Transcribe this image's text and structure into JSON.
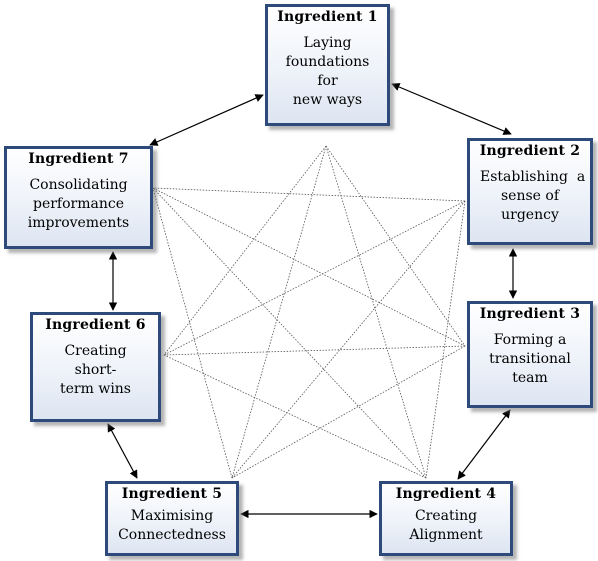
{
  "nodes": [
    {
      "id": "i1",
      "title": "Ingredient 1",
      "text": [
        "Laying",
        "foundations for",
        "new ways"
      ]
    },
    {
      "id": "i2",
      "title": "Ingredient 2",
      "text": [
        "Establishing  a",
        "sense of",
        "urgency"
      ]
    },
    {
      "id": "i3",
      "title": "Ingredient 3",
      "text": [
        "Forming a",
        "transitional",
        "team"
      ]
    },
    {
      "id": "i4",
      "title": "Ingredient 4",
      "text": [
        "Creating",
        "Alignment"
      ]
    },
    {
      "id": "i5",
      "title": "Ingredient 5",
      "text": [
        "Maximising",
        "Connectedness"
      ]
    },
    {
      "id": "i6",
      "title": "Ingredient 6",
      "text": [
        "Creating short-",
        "term wins"
      ]
    },
    {
      "id": "i7",
      "title": "Ingredient 7",
      "text": [
        "Consolidating",
        "performance",
        "improvements"
      ]
    }
  ],
  "edges": [
    [
      "i1",
      "i2"
    ],
    [
      "i2",
      "i3"
    ],
    [
      "i3",
      "i4"
    ],
    [
      "i4",
      "i5"
    ],
    [
      "i5",
      "i6"
    ],
    [
      "i6",
      "i7"
    ],
    [
      "i7",
      "i1"
    ]
  ],
  "colors": {
    "border": "#2e4a7a",
    "arrow": "#000000",
    "dotted": "#555555"
  }
}
